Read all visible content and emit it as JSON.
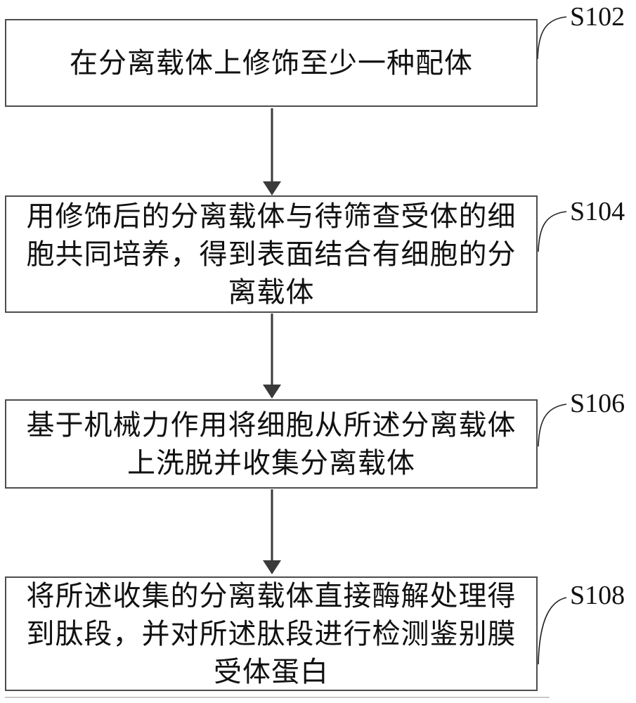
{
  "figure": {
    "type": "flowchart",
    "accent_color": "#3a3a3a",
    "border_color": "#4d4d4d",
    "flowchart": {
      "steps": [
        {
          "label": "S102",
          "text": "在分离载体上修饰至少一种配体",
          "lines": [
            "在分离载体上修饰至少一种配体"
          ]
        },
        {
          "label": "S104",
          "text": "用修饰后的分离载体与待筛查受体的细胞共同培养，得到表面结合有细胞的分离载体",
          "lines": [
            "用修饰后的分离载体与待筛查受体的细",
            "胞共同培养，得到表面结合有细胞的分",
            "离载体"
          ]
        },
        {
          "label": "S106",
          "text": "基于机械力作用将细胞从所述分离载体上洗脱并收集分离载体",
          "lines": [
            "基于机械力作用将细胞从所述分离载体",
            "上洗脱并收集分离载体"
          ]
        },
        {
          "label": "S108",
          "text": "将所述收集的分离载体直接酶解处理得到肽段，并对所述肽段进行检测鉴别膜受体蛋白",
          "lines": [
            "将所述收集的分离载体直接酶解处理得",
            "到肽段，并对所述肽段进行检测鉴别膜",
            "受体蛋白"
          ]
        }
      ]
    }
  }
}
